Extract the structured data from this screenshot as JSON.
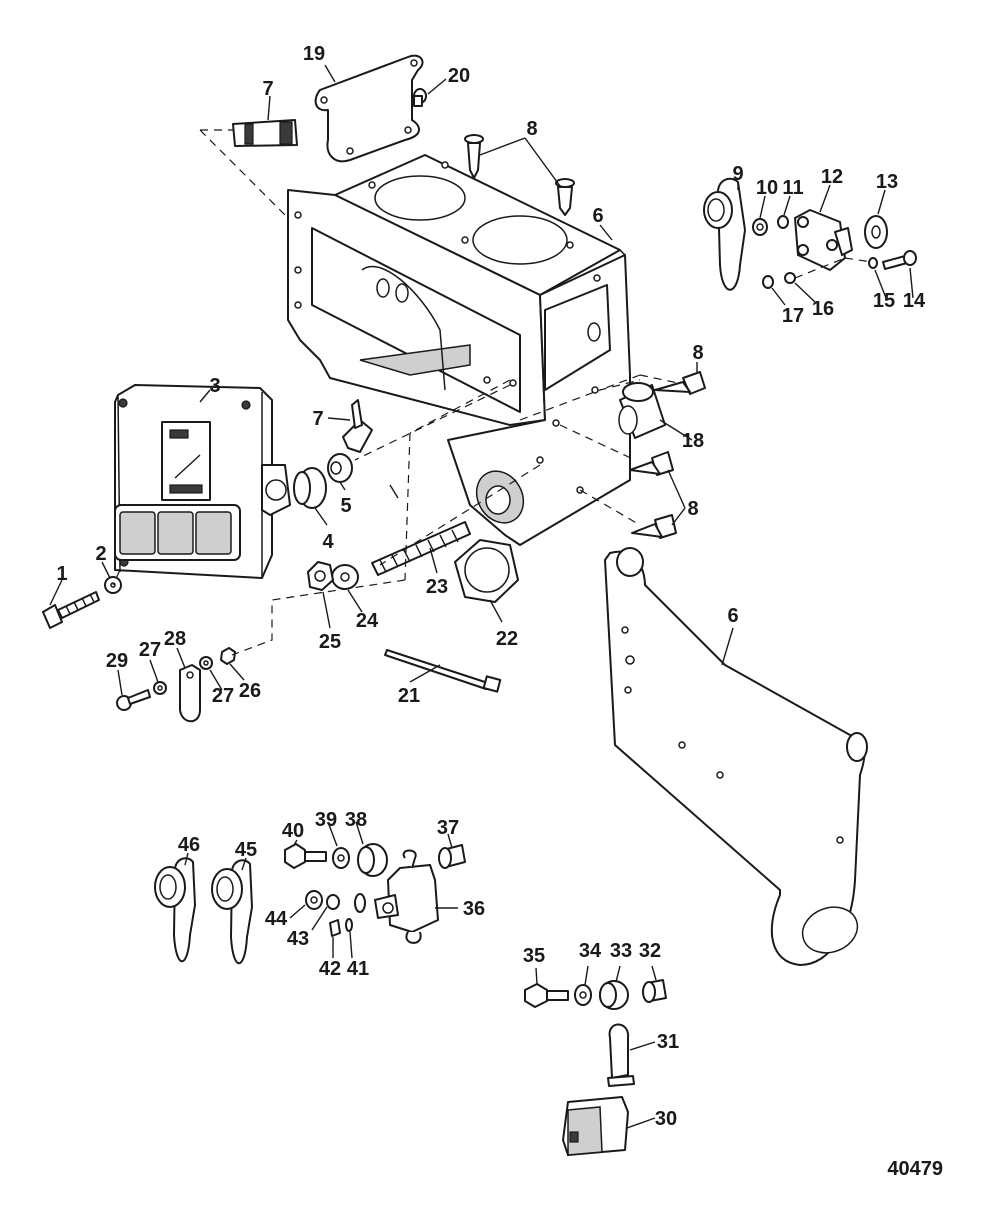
{
  "figure_number": "40479",
  "callouts": {
    "c1": "1",
    "c2": "2",
    "c3": "3",
    "c4": "4",
    "c5": "5",
    "c6a": "6",
    "c6b": "6",
    "c7a": "7",
    "c7b": "7",
    "c8a": "8",
    "c8b": "8",
    "c8c": "8",
    "c9": "9",
    "c10": "10",
    "c11": "11",
    "c12": "12",
    "c13": "13",
    "c14": "14",
    "c15": "15",
    "c16": "16",
    "c17": "17",
    "c18": "18",
    "c19": "19",
    "c20": "20",
    "c21": "21",
    "c22": "22",
    "c23": "23",
    "c24": "24",
    "c25": "25",
    "c26": "26",
    "c27a": "27",
    "c27b": "27",
    "c28": "28",
    "c29": "29",
    "c30": "30",
    "c31": "31",
    "c32": "32",
    "c33": "33",
    "c34": "34",
    "c35": "35",
    "c36": "36",
    "c37": "37",
    "c38": "38",
    "c39": "39",
    "c40": "40",
    "c41": "41",
    "c42": "42",
    "c43": "43",
    "c44": "44",
    "c45": "45",
    "c46": "46"
  }
}
